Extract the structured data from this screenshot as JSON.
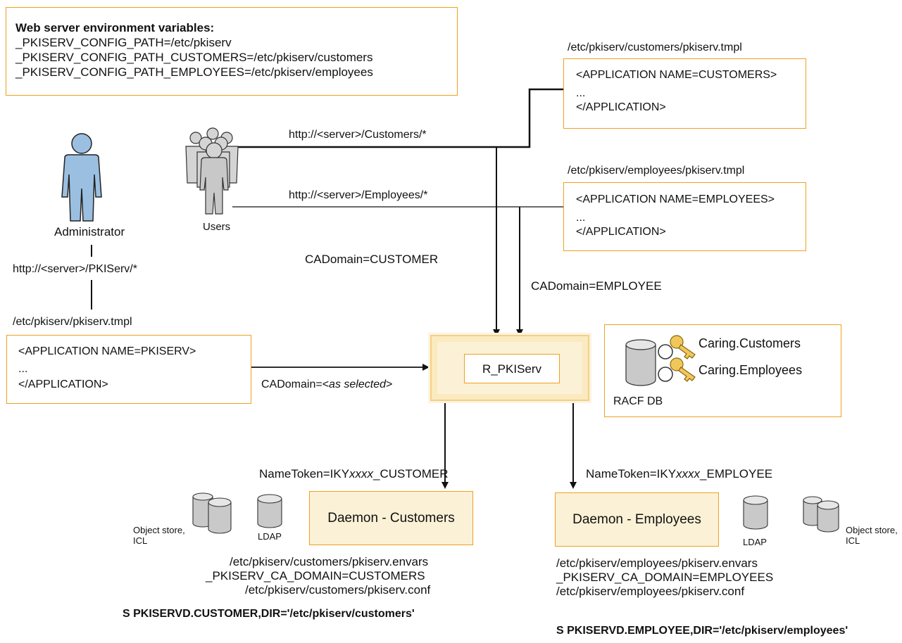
{
  "env_box": {
    "title": "Web server environment variables:",
    "lines": [
      "_PKISERV_CONFIG_PATH=/etc/pkiserv",
      "_PKISERV_CONFIG_PATH_CUSTOMERS=/etc/pkiserv/customers",
      "_PKISERV_CONFIG_PATH_EMPLOYEES=/etc/pkiserv/employees"
    ]
  },
  "customers_tmpl": {
    "path": "/etc/pkiserv/customers/pkiserv.tmpl",
    "lines": [
      "<APPLICATION NAME=CUSTOMERS>",
      "...",
      "</APPLICATION>"
    ]
  },
  "employees_tmpl": {
    "path": "/etc/pkiserv/employees/pkiserv.tmpl",
    "lines": [
      "<APPLICATION NAME=EMPLOYEES>",
      "...",
      "</APPLICATION>"
    ]
  },
  "pkiserv_tmpl": {
    "path": "/etc/pkiserv/pkiserv.tmpl",
    "lines": [
      "<APPLICATION NAME=PKISERV>",
      "...",
      "</APPLICATION>"
    ]
  },
  "administrator": {
    "label": "Administrator",
    "url": "http://<server>/PKIServ/*"
  },
  "users": {
    "label": "Users",
    "customers_url": "http://<server>/Customers/*",
    "employees_url": "http://<server>/Employees/*"
  },
  "labels": {
    "cadomain_customer": "CADomain=CUSTOMER",
    "cadomain_employee": "CADomain=EMPLOYEE",
    "cadomain_selected_prefix": "CADomain=<",
    "cadomain_selected_italic": "as selected",
    "cadomain_selected_suffix": ">"
  },
  "r_pkiserv": {
    "label": "R_PKIServ"
  },
  "racf": {
    "db_label": "RACF DB",
    "keys": [
      "Caring.Customers",
      "Caring.Employees"
    ]
  },
  "customer_side": {
    "nametoken_prefix": "NameToken=IKY",
    "nametoken_italic": "xxxx",
    "nametoken_suffix": "_CUSTOMER",
    "daemon": "Daemon - Customers",
    "store_label_1": "Object store,",
    "store_label_2": "ICL",
    "ldap_label": "LDAP",
    "config_lines": [
      "/etc/pkiserv/customers/pkiserv.envars",
      "_PKISERV_CA_DOMAIN=CUSTOMERS",
      "/etc/pkiserv/customers/pkiserv.conf"
    ],
    "command": "S PKISERVD.CUSTOMER,DIR='/etc/pkiserv/customers'"
  },
  "employee_side": {
    "nametoken_prefix": "NameToken=IKY",
    "nametoken_italic": "xxxx",
    "nametoken_suffix": "_EMPLOYEE",
    "daemon": "Daemon - Employees",
    "store_label_1": "Object store,",
    "store_label_2": "ICL",
    "ldap_label": "LDAP",
    "config_lines": [
      "/etc/pkiserv/employees/pkiserv.envars",
      "_PKISERV_CA_DOMAIN=EMPLOYEES",
      "/etc/pkiserv/employees/pkiserv.conf"
    ],
    "command": "S PKISERVD.EMPLOYEE,DIR='/etc/pkiserv/employees'"
  },
  "colors": {
    "box_border": "#f0a020",
    "daemon_fill": "#fbf1d6",
    "person_fill": "#9bbfe0"
  }
}
